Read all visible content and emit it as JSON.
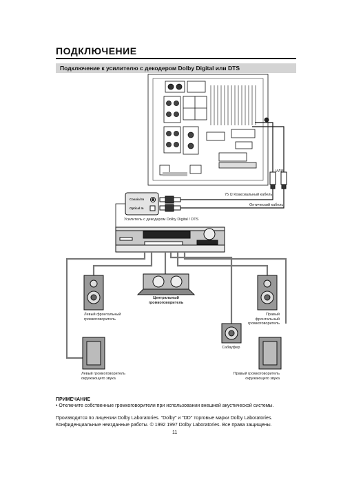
{
  "header": {
    "title": "ПОДКЛЮЧЕНИЕ",
    "subtitle": "Подключение к усилителю с декодером Dolby Digital или DTS"
  },
  "diagram": {
    "labels": {
      "or": "ИЛИ",
      "coax_cable": "75 Ω Коаксиальный кабель",
      "optical_cable": "Оптический кабель",
      "coaxial_in": "Coaxial In",
      "optical_in": "Optical In",
      "amplifier": "Усилитель с декодером Dolby Digital / DTS",
      "center_speaker_l1": "Центральный",
      "center_speaker_l2": "громкоговоритель",
      "left_front_l1": "Левый фронтальный",
      "left_front_l2": "громкоговоритель",
      "right_front_l1": "Правый фронтальный",
      "right_front_l2": "громкоговоритель",
      "subwoofer": "Сабвуфер",
      "left_surround_l1": "Левый громкоговоритель",
      "left_surround_l2": "окружающего звука",
      "right_surround_l1": "Правый громкоговоритель",
      "right_surround_l2": "окружающего звука"
    }
  },
  "note": {
    "heading": "ПРИМЕЧАНИЕ",
    "body": "• Отключите собственные громкоговорители при использовании внешней акустической системы."
  },
  "legal": {
    "line1": "Производится по лицензии Dolby Laboratories. \"Dolby\" и \"DD\" торговые марки Dolby Laboratories.",
    "line2": "Конфиденциальные неизданные работы. © 1992    1997 Dolby Laboratories. Все права защищены."
  },
  "page_number": "11"
}
